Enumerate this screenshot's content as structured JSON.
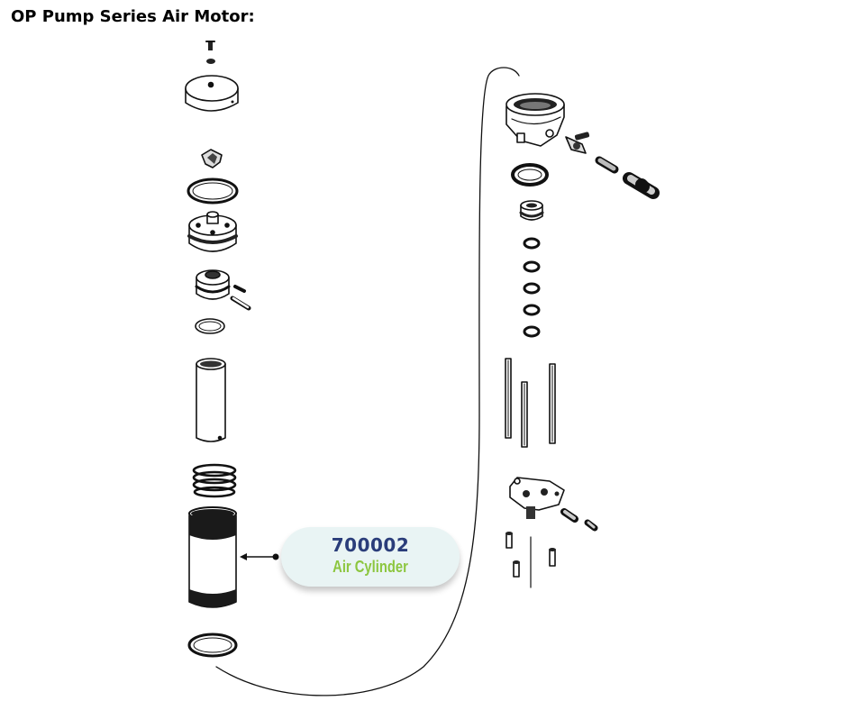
{
  "title": "OP Pump Series Air Motor:",
  "callout": {
    "part_number": "700002",
    "part_name": "Air Cylinder"
  },
  "colors": {
    "part_number": "#2a3d7a",
    "part_name": "#8cc63f",
    "callout_bg": "#e9f4f4",
    "line": "#111111"
  }
}
